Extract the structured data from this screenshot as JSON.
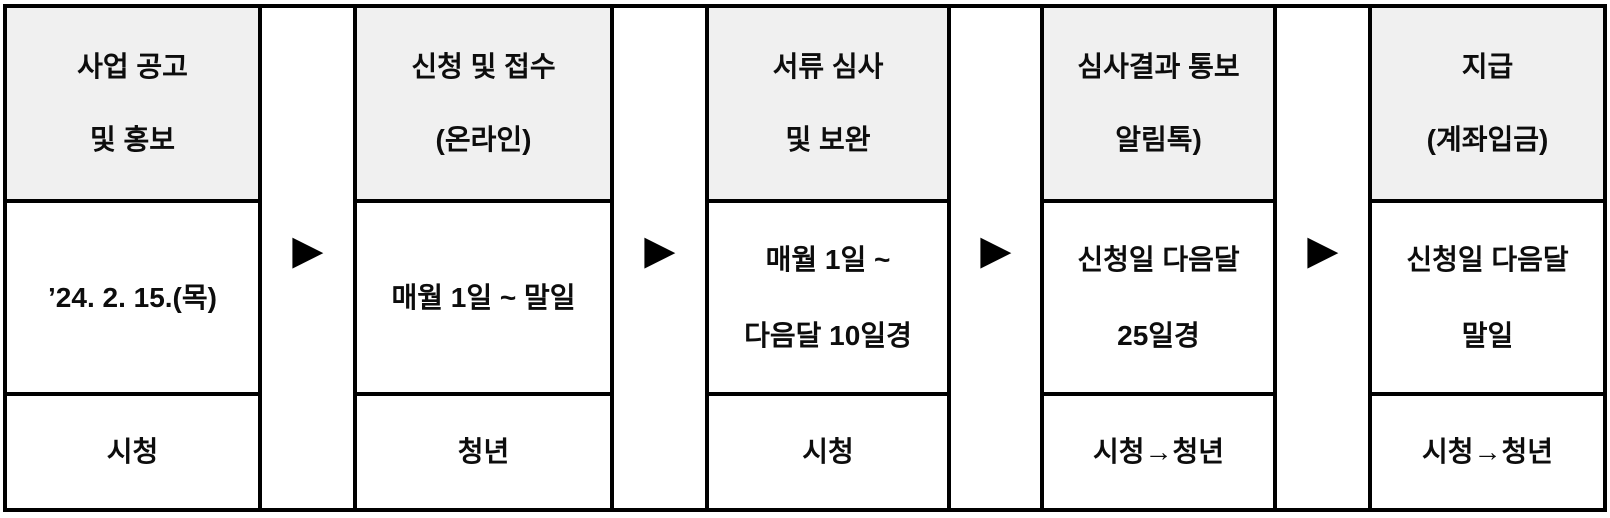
{
  "diagram": {
    "arrow_icon": "▶",
    "colors": {
      "header_bg": "#f0f0f0",
      "border": "#000000",
      "text": "#0d0d0d",
      "page_bg": "#ffffff"
    },
    "steps": [
      {
        "title": [
          "사업 공고",
          "및 홍보"
        ],
        "period": [
          "’24. 2. 15.(목)"
        ],
        "actor": "시청"
      },
      {
        "title": [
          "신청 및 접수",
          "(온라인)"
        ],
        "period": [
          "매월 1일 ~ 말일"
        ],
        "actor": "청년"
      },
      {
        "title": [
          "서류 심사",
          "및 보완"
        ],
        "period": [
          "매월 1일 ~",
          "다음달 10일경"
        ],
        "actor": "시청"
      },
      {
        "title": [
          "심사결과 통보",
          "알림톡)"
        ],
        "period": [
          "신청일 다음달",
          "25일경"
        ],
        "actor": "시청→청년"
      },
      {
        "title": [
          "지급",
          "(계좌입금)"
        ],
        "period": [
          "신청일 다음달",
          "말일"
        ],
        "actor": "시청→청년"
      }
    ]
  }
}
